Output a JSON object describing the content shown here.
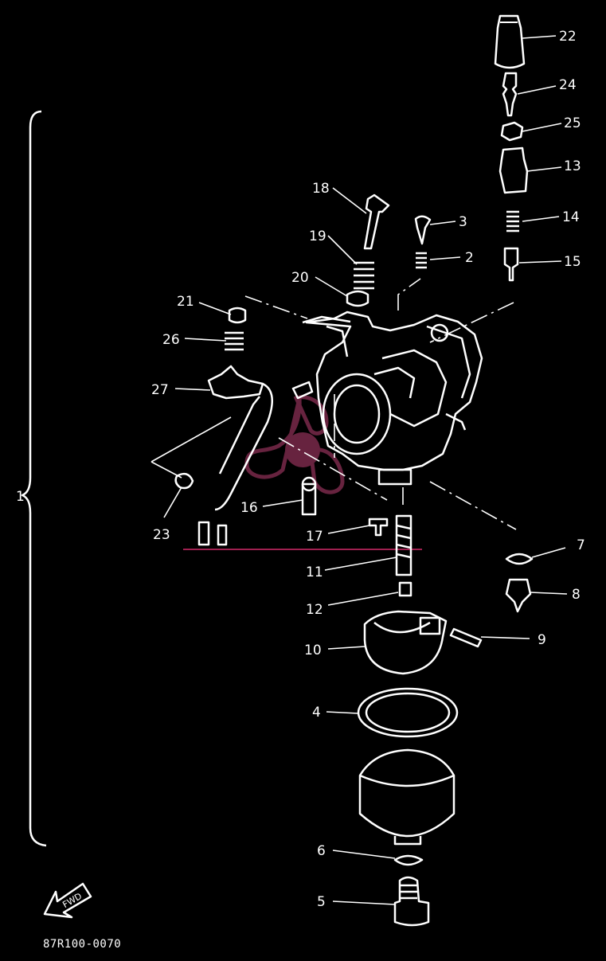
{
  "diagram": {
    "assembly_label": "1",
    "drawing_code": "87R100-0070",
    "fwd_label": "FWD",
    "callouts": [
      {
        "id": "c22",
        "text": "22"
      },
      {
        "id": "c24",
        "text": "24"
      },
      {
        "id": "c25",
        "text": "25"
      },
      {
        "id": "c13",
        "text": "13"
      },
      {
        "id": "c14",
        "text": "14"
      },
      {
        "id": "c15",
        "text": "15"
      },
      {
        "id": "c18",
        "text": "18"
      },
      {
        "id": "c3",
        "text": "3"
      },
      {
        "id": "c19",
        "text": "19"
      },
      {
        "id": "c2",
        "text": "2"
      },
      {
        "id": "c20",
        "text": "20"
      },
      {
        "id": "c21",
        "text": "21"
      },
      {
        "id": "c26",
        "text": "26"
      },
      {
        "id": "c27",
        "text": "27"
      },
      {
        "id": "c23",
        "text": "23"
      },
      {
        "id": "c16",
        "text": "16"
      },
      {
        "id": "c17",
        "text": "17"
      },
      {
        "id": "c11",
        "text": "11"
      },
      {
        "id": "c12",
        "text": "12"
      },
      {
        "id": "c7",
        "text": "7"
      },
      {
        "id": "c8",
        "text": "8"
      },
      {
        "id": "c9",
        "text": "9"
      },
      {
        "id": "c10",
        "text": "10"
      },
      {
        "id": "c4",
        "text": "4"
      },
      {
        "id": "c6",
        "text": "6"
      },
      {
        "id": "c5",
        "text": "5"
      }
    ]
  },
  "colors": {
    "background": "#000000",
    "line": "#ffffff",
    "watermark": "#7a2a4a",
    "red_rule": "#a02050"
  }
}
